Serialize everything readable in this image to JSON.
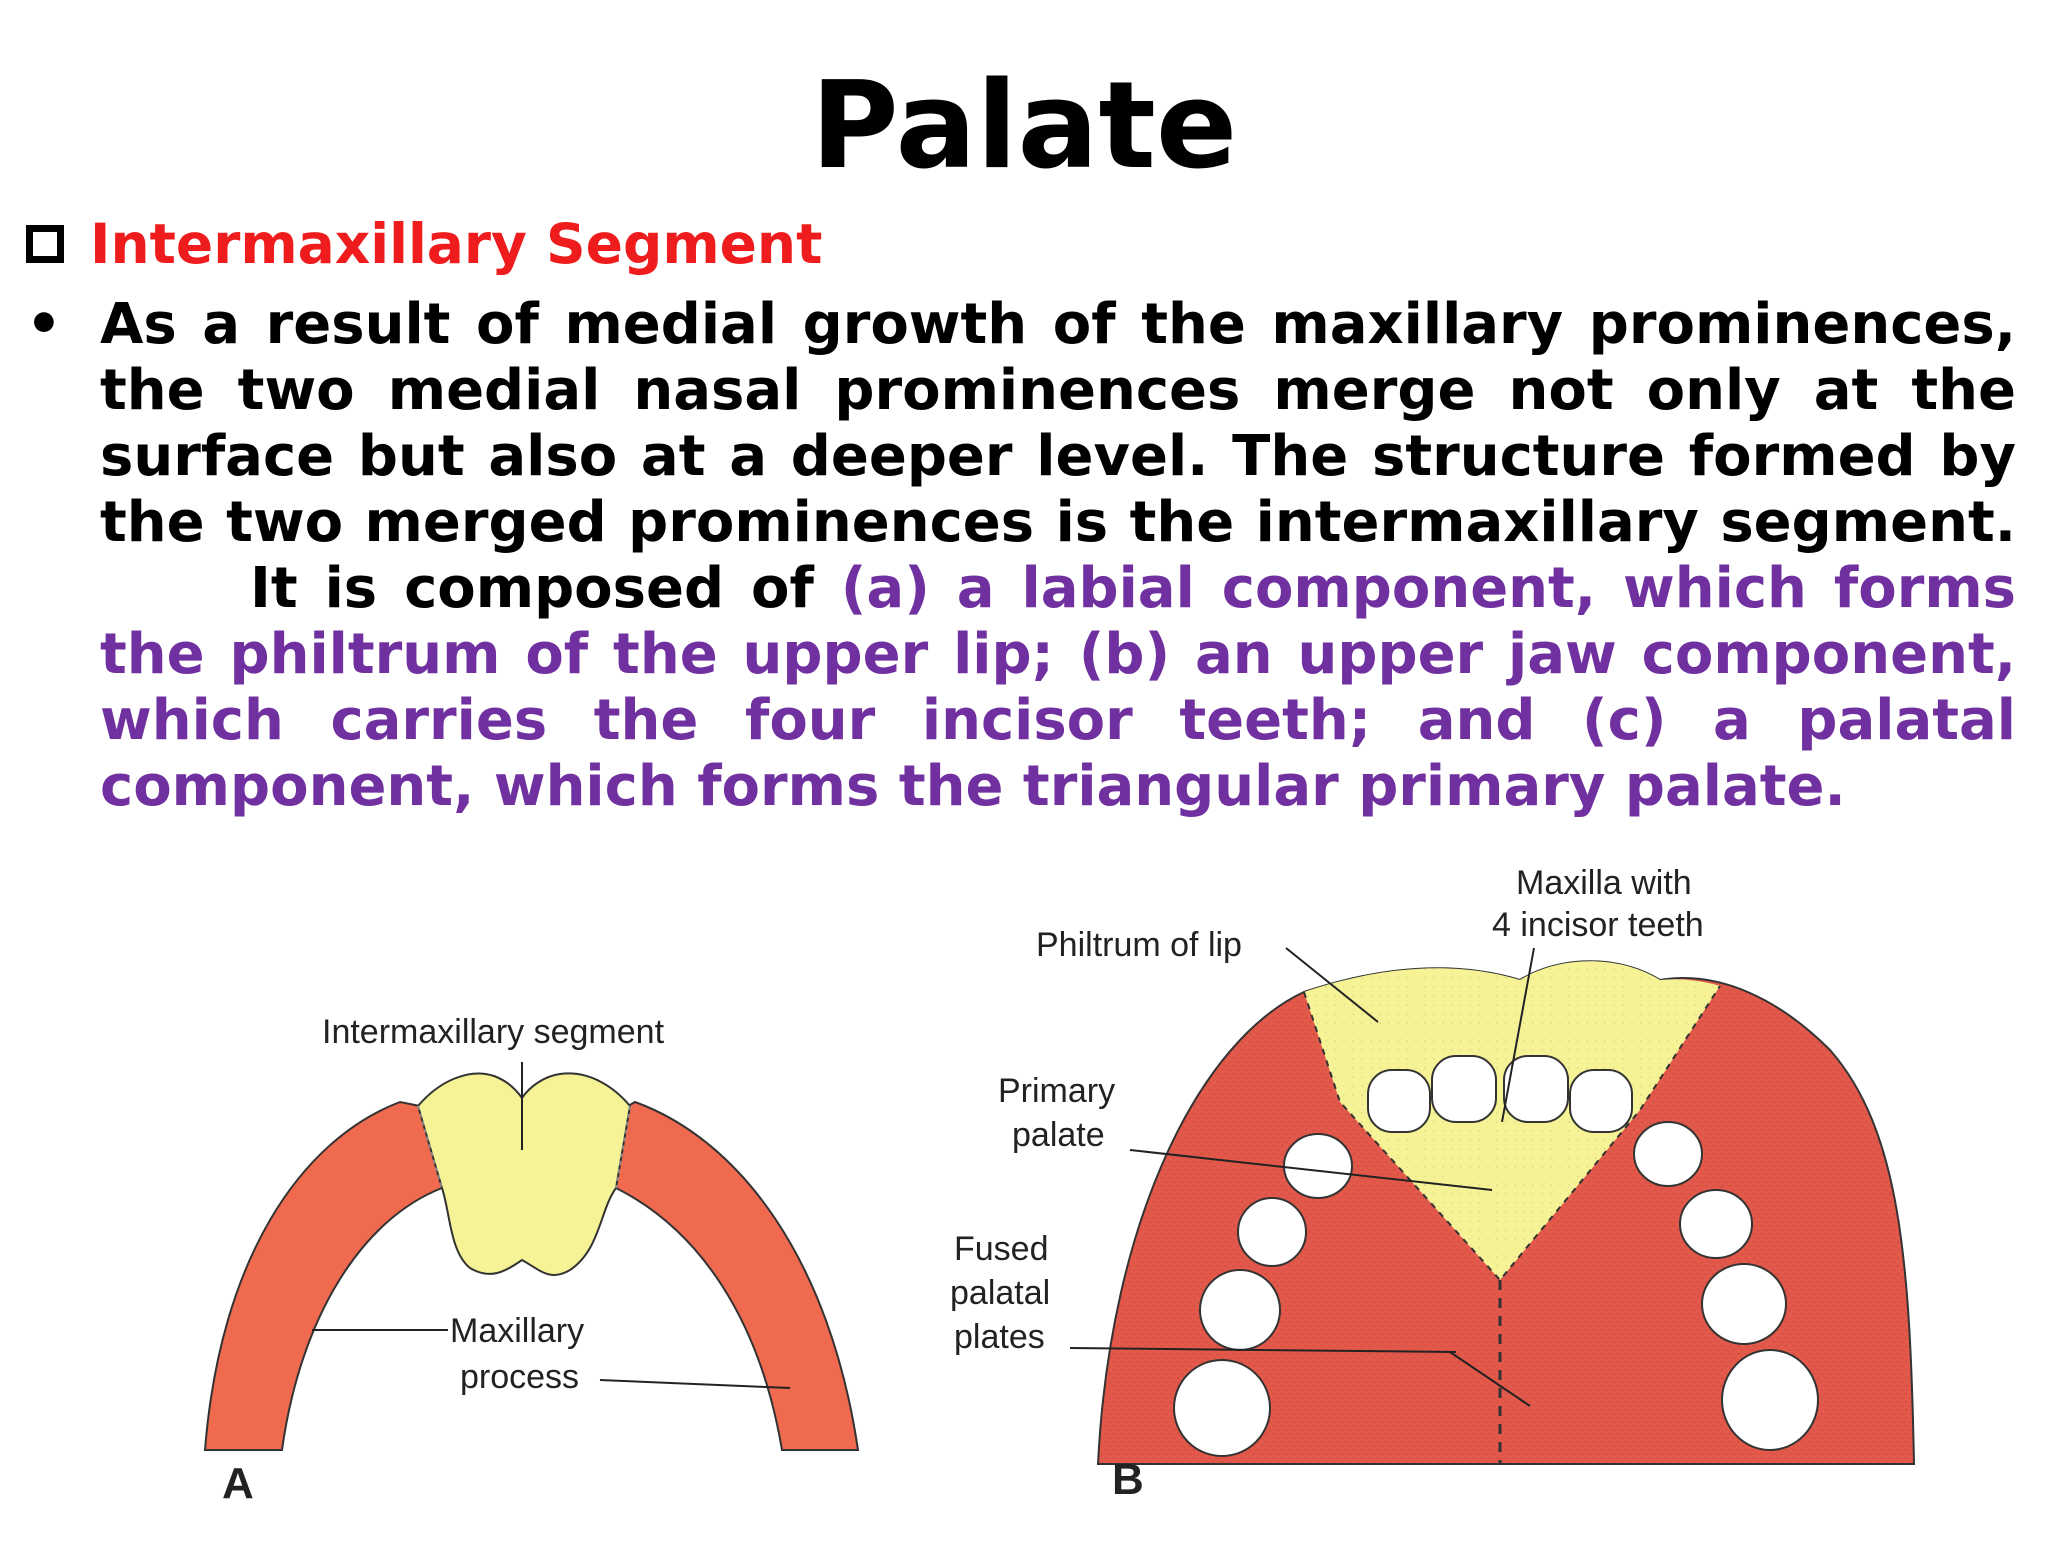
{
  "slide": {
    "title": "Palate",
    "section_heading": "Intermaxillary Segment",
    "bullet_symbol": "•",
    "paragraph_black": "As a result of medial growth of the maxillary prominences, the two medial nasal prominences merge not only at the surface but also at a deeper level. The structure formed by the two merged prominences is the intermaxillary segment.",
    "paragraph_black_2": "It is composed of",
    "paragraph_purple": "(a) a labial component, which forms the philtrum of the upper lip; (b) an upper jaw component, which carries the four incisor teeth; and (c) a palatal component, which forms the triangular primary palate."
  },
  "figure_a": {
    "panel_letter": "A",
    "label_intermaxillary": "Intermaxillary segment",
    "label_maxillary_1": "Maxillary",
    "label_maxillary_2": "process"
  },
  "figure_b": {
    "panel_letter": "B",
    "label_philtrum": "Philtrum of lip",
    "label_maxilla_1": "Maxilla with",
    "label_maxilla_2": "4 incisor teeth",
    "label_primary_1": "Primary",
    "label_primary_2": "palate",
    "label_fused_1": "Fused",
    "label_fused_2": "palatal",
    "label_fused_3": "plates"
  },
  "colors": {
    "heading_red": "#ee1c1c",
    "purple_text": "#7030a0",
    "maxillary_orange": "#ef6a4f",
    "segment_yellow": "#f6f397",
    "palate_red": "#e2584a"
  }
}
